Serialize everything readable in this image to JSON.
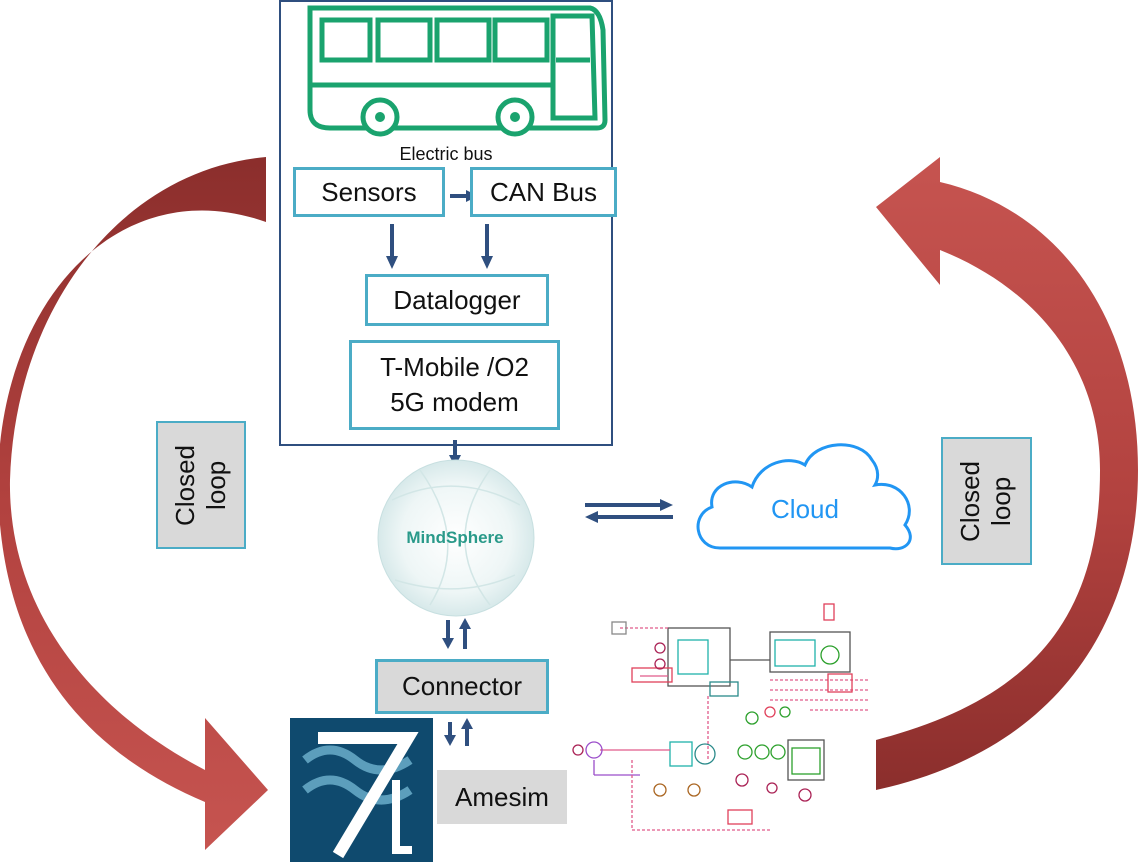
{
  "vehicle": {
    "label": "Electric bus"
  },
  "boxes": {
    "sensors": "Sensors",
    "can_bus": "CAN Bus",
    "datalogger": "Datalogger",
    "modem_line1": "T-Mobile /O2",
    "modem_line2": "5G modem",
    "connector": "Connector",
    "amesim": "Amesim"
  },
  "platform": {
    "mindsphere": "MindSphere",
    "cloud": "Cloud"
  },
  "loops": {
    "left": "Closed\nloop",
    "right": "Closed\nloop"
  },
  "colors": {
    "teal_border": "#4bacc6",
    "navy_arrow": "#2f4f7f",
    "loop_arrow": "#c0504d",
    "bus_green": "#1aa36e",
    "cloud_blue": "#2196f3",
    "amesim_bg": "#0f4a6e"
  }
}
